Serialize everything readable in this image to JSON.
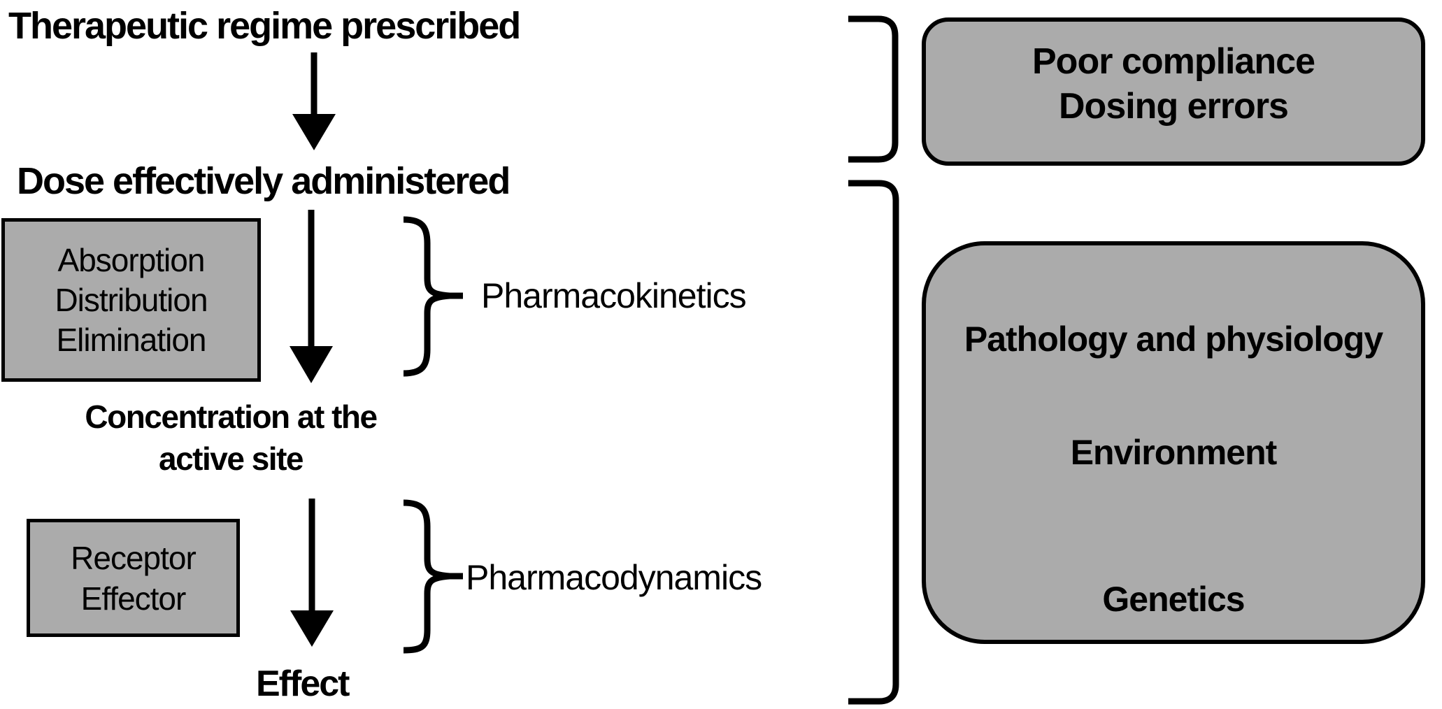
{
  "flow": {
    "step1": "Therapeutic regime prescribed",
    "step2": "Dose effectively administered",
    "step3_line1": "Concentration at the",
    "step3_line2": "active site",
    "step4": "Effect",
    "adme_box_lines": [
      "Absorption",
      "Distribution",
      "Elimination"
    ],
    "receptor_box_lines": [
      "Receptor",
      "Effector"
    ],
    "pharmacokinetics_label": "Pharmacokinetics",
    "pharmacodynamics_label": "Pharmacodynamics"
  },
  "factors": {
    "compliance_box_lines": [
      "Poor compliance",
      "Dosing errors"
    ],
    "patient_box_lines": [
      "Pathology and physiology",
      "Environment",
      "Genetics"
    ]
  },
  "colors": {
    "box_fill": "#ababab",
    "line": "#000000",
    "background": "#ffffff",
    "text": "#000000"
  }
}
